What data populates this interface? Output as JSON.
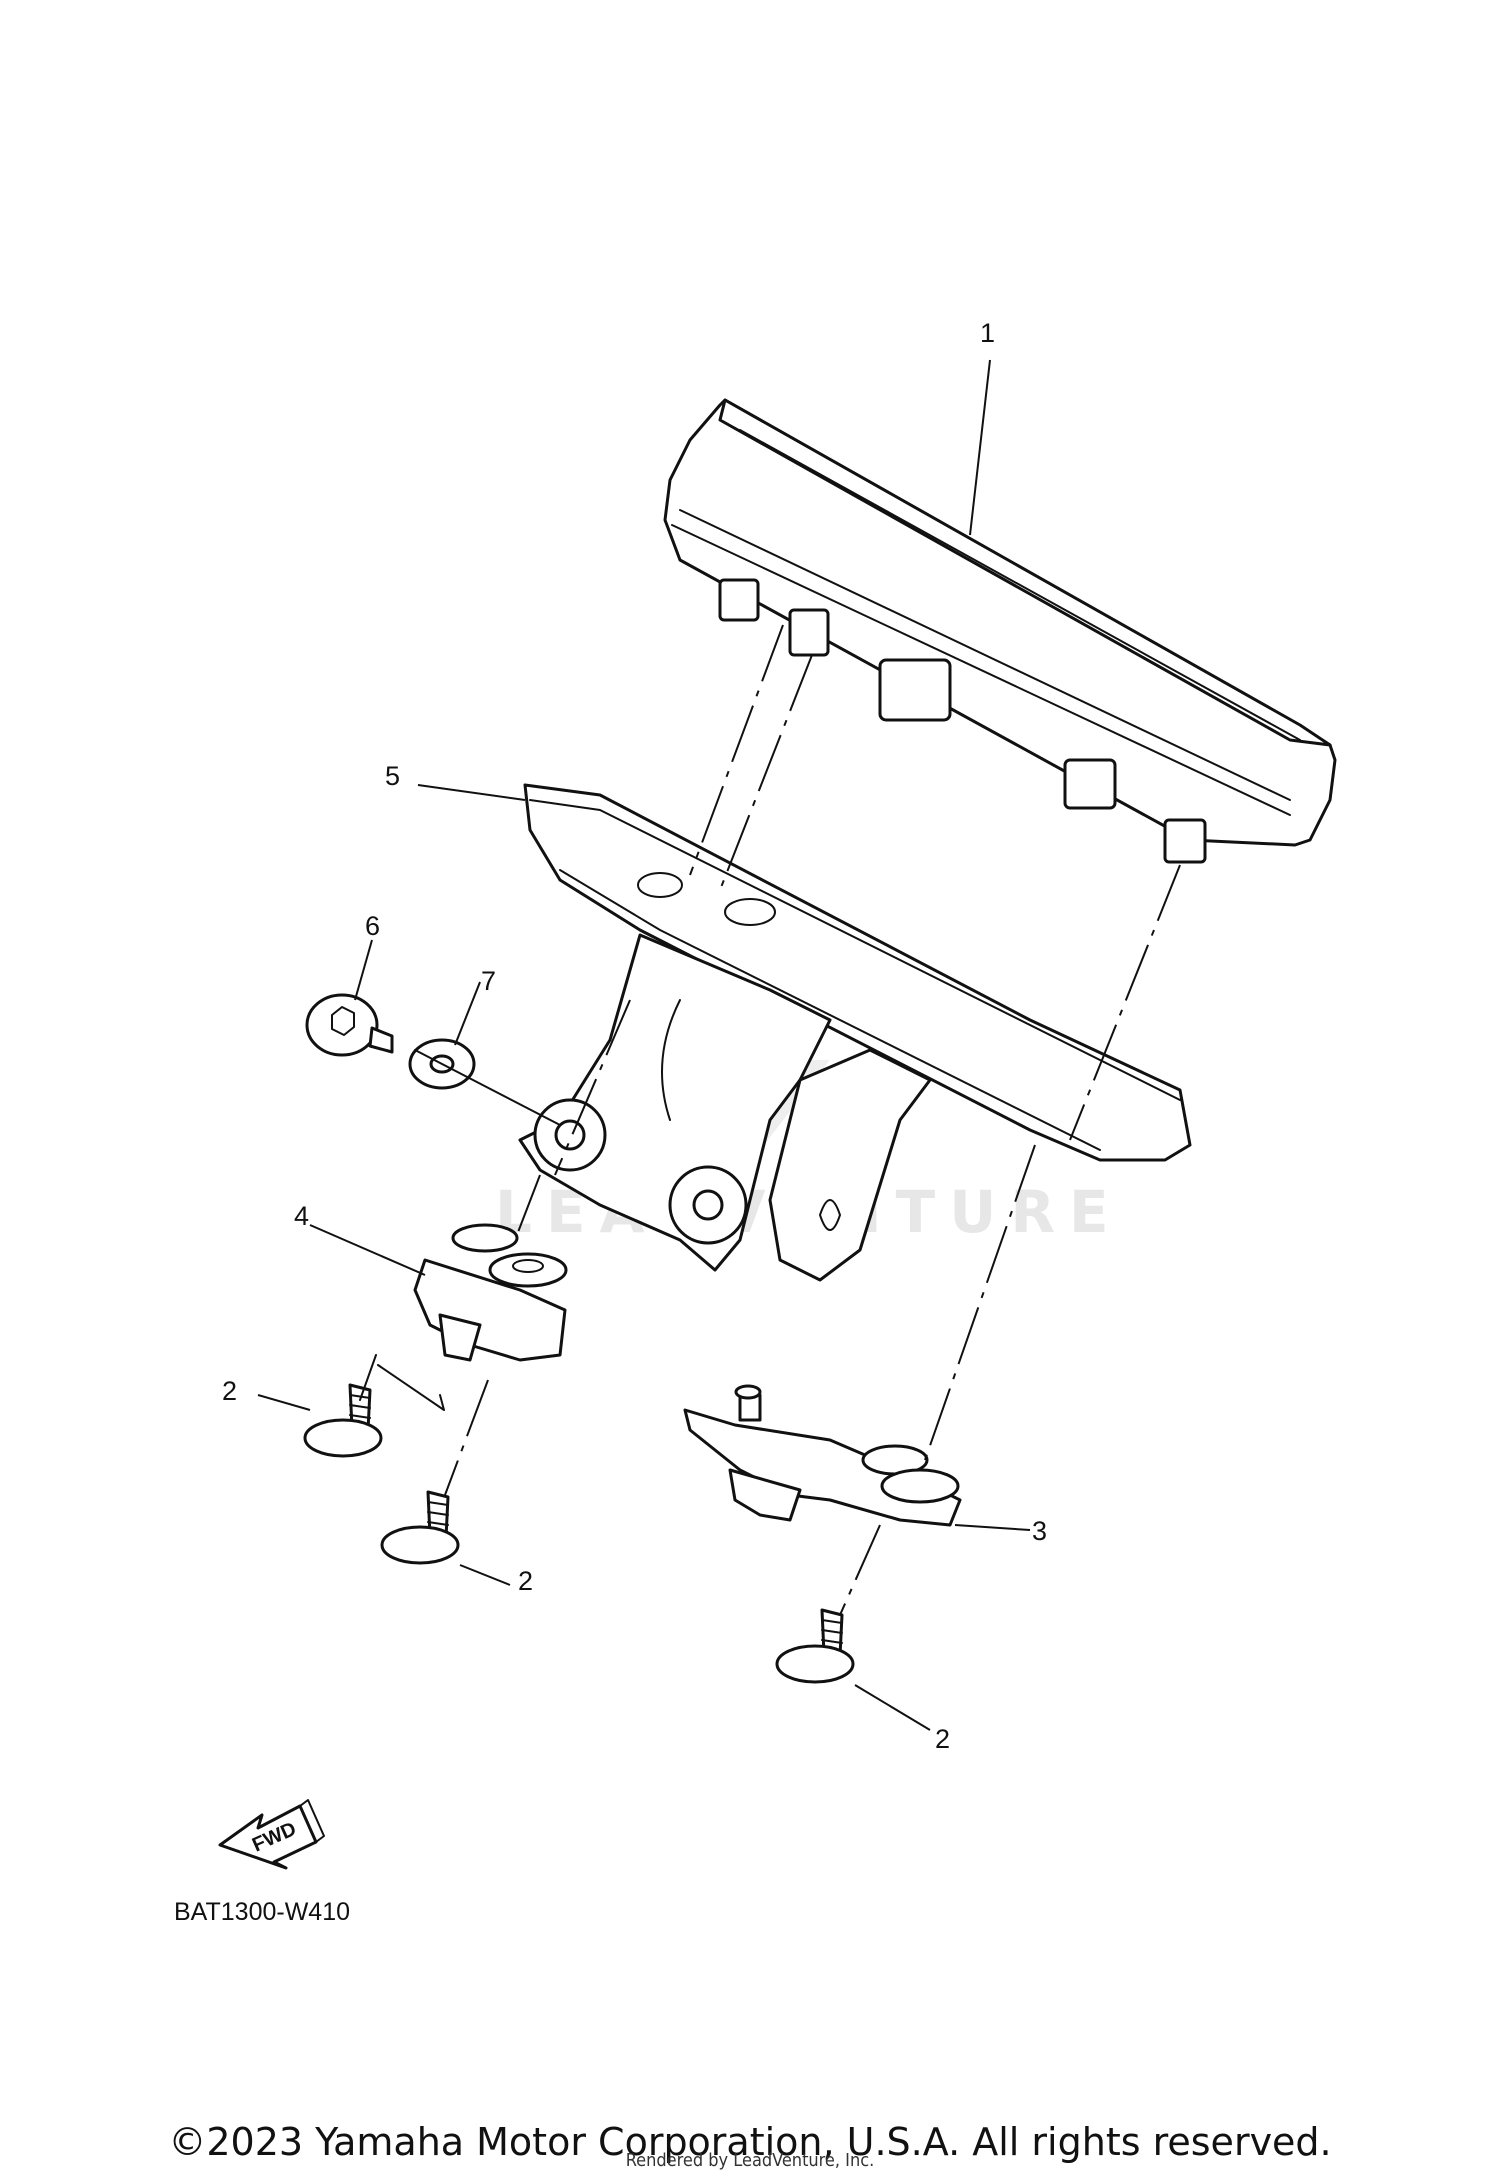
{
  "watermark": {
    "text": "LEADVENTURE"
  },
  "callouts": {
    "c1": "1",
    "c2a": "2",
    "c2b": "2",
    "c2c": "2",
    "c3": "3",
    "c4": "4",
    "c5": "5",
    "c6": "6",
    "c7": "7"
  },
  "fwd": {
    "label": "FWD"
  },
  "diagram_code": "BAT1300-W410",
  "footer": {
    "copyright": "©2023 Yamaha Motor Corporation, U.S.A. All rights reserved.",
    "rendered_by": "Rendered by LeadVenture, Inc."
  },
  "colors": {
    "line": "#111111",
    "background": "#ffffff",
    "watermark": "#e7e7e7"
  }
}
